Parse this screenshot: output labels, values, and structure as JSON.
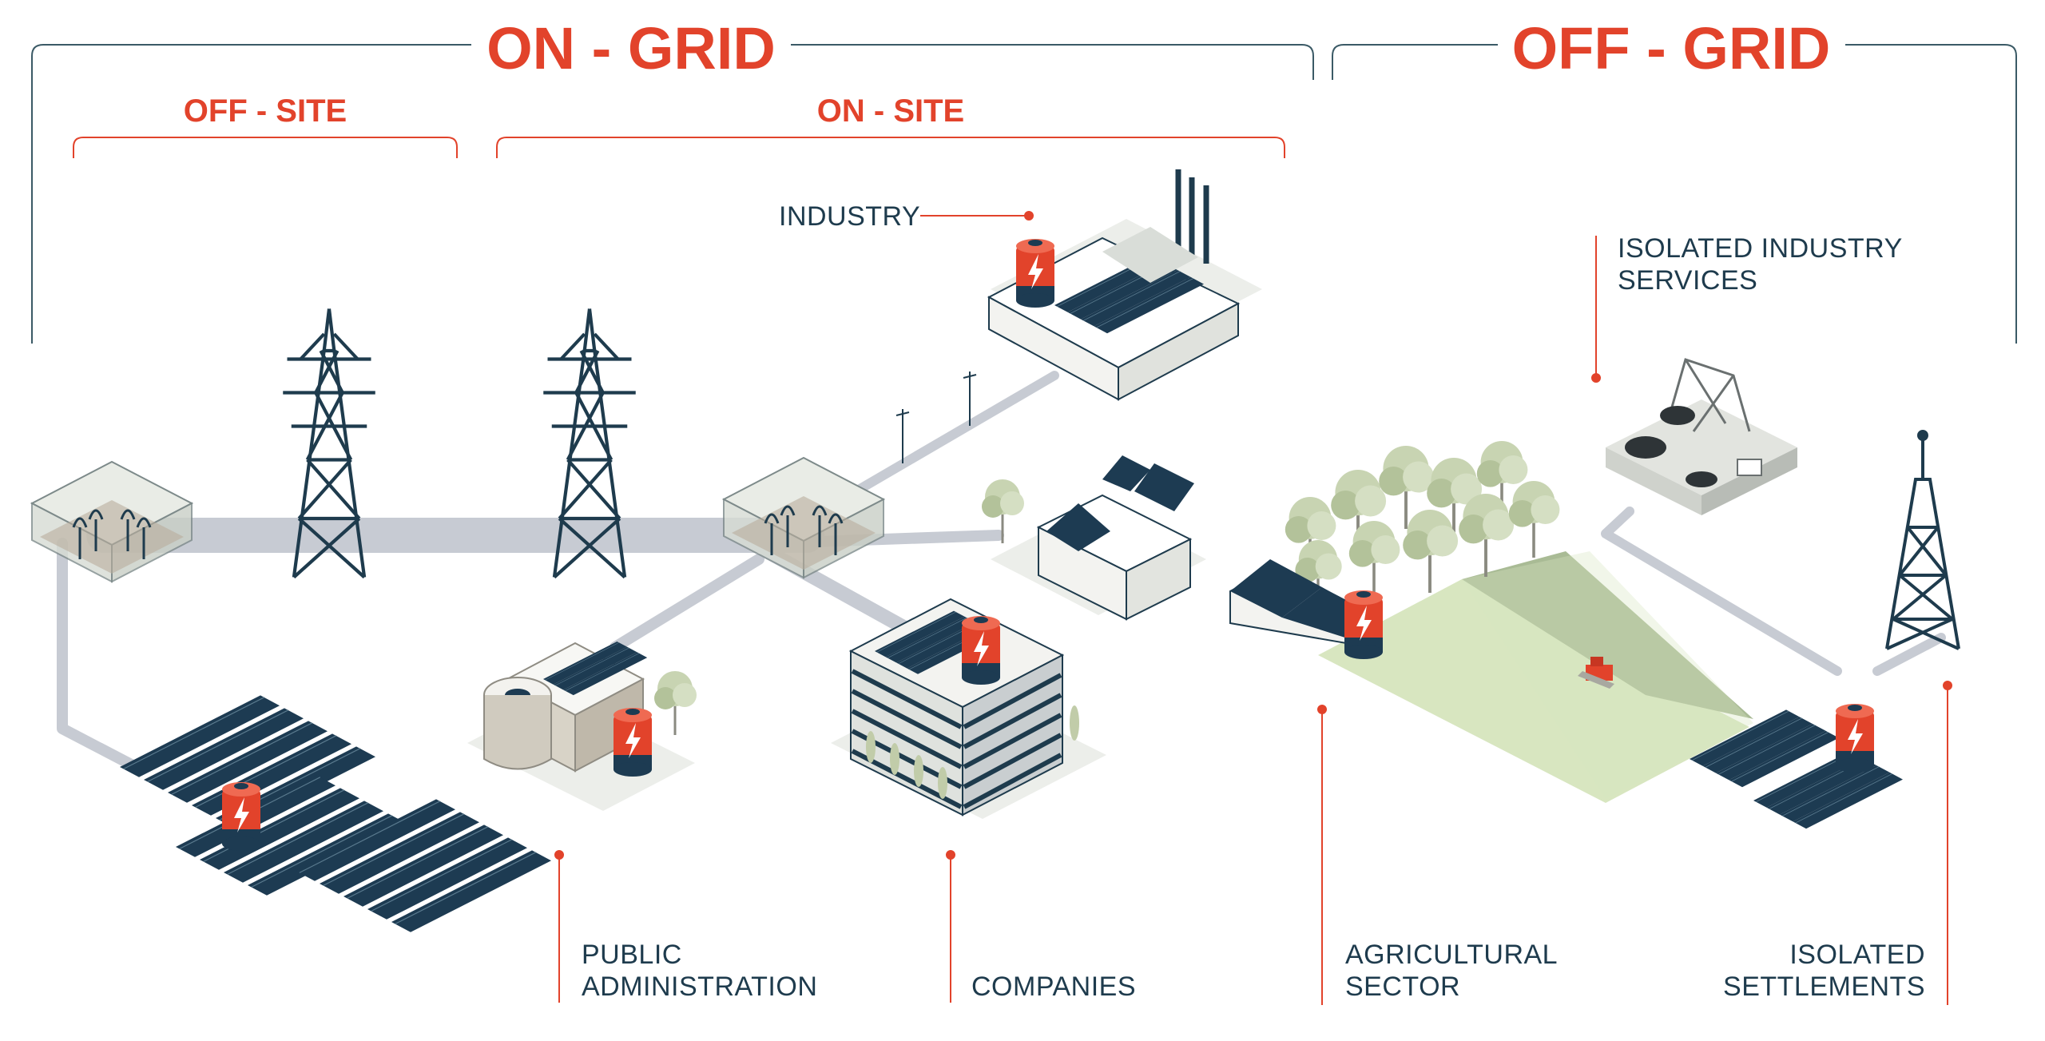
{
  "headers": {
    "on_grid": "ON - GRID",
    "off_grid": "OFF - GRID",
    "off_site": "OFF - SITE",
    "on_site": "ON - SITE"
  },
  "labels": {
    "industry": "INDUSTRY",
    "isolated_industry_1": "ISOLATED INDUSTRY",
    "isolated_industry_2": "SERVICES",
    "public_admin_1": "PUBLIC",
    "public_admin_2": "ADMINISTRATION",
    "companies": "COMPANIES",
    "agricultural_1": "AGRICULTURAL",
    "agricultural_2": "SECTOR",
    "settlements_1": "ISOLATED",
    "settlements_2": "SETTLEMENTS"
  },
  "colors": {
    "accent_red": "#e2432b",
    "dark_teal": "#1e3b4d",
    "line_teal": "#3b5a66",
    "road_grey": "#c7cbd3",
    "panel_navy": "#1d3b52",
    "field_light": "#d8e6c0",
    "field_dark": "#a9bb95"
  },
  "icons": [
    "battery-icon",
    "pylon-icon",
    "substation-icon",
    "solar-panel-icon",
    "tree-icon",
    "telecom-tower-icon",
    "harvester-icon"
  ]
}
